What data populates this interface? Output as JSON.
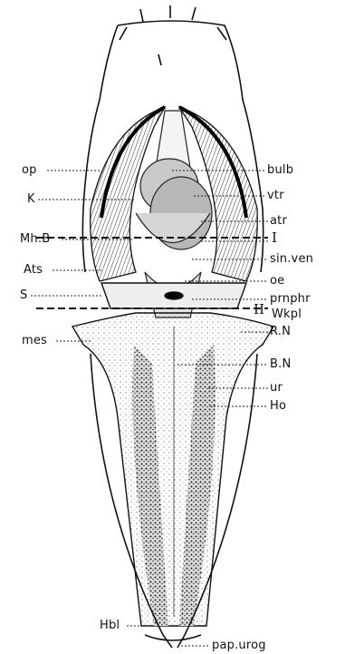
{
  "figure": {
    "labels_left": {
      "op": "op",
      "K": "K",
      "mhb": "Mh.B",
      "ats": "Ats",
      "S": "S",
      "mes": "mes",
      "hbl": "Hbl"
    },
    "labels_right": {
      "bulb": "bulb",
      "vtr": "vtr",
      "atr": "atr",
      "sinven": "sin.ven",
      "oe": "oe",
      "prnphr": "prnphr",
      "wkpl": "Wkpl",
      "rn": "R.N",
      "bn": "B.N",
      "ur": "ur",
      "ho": "Ho",
      "paprog": "pap.urog"
    },
    "section_marks": {
      "I": "I",
      "II": "II"
    }
  }
}
